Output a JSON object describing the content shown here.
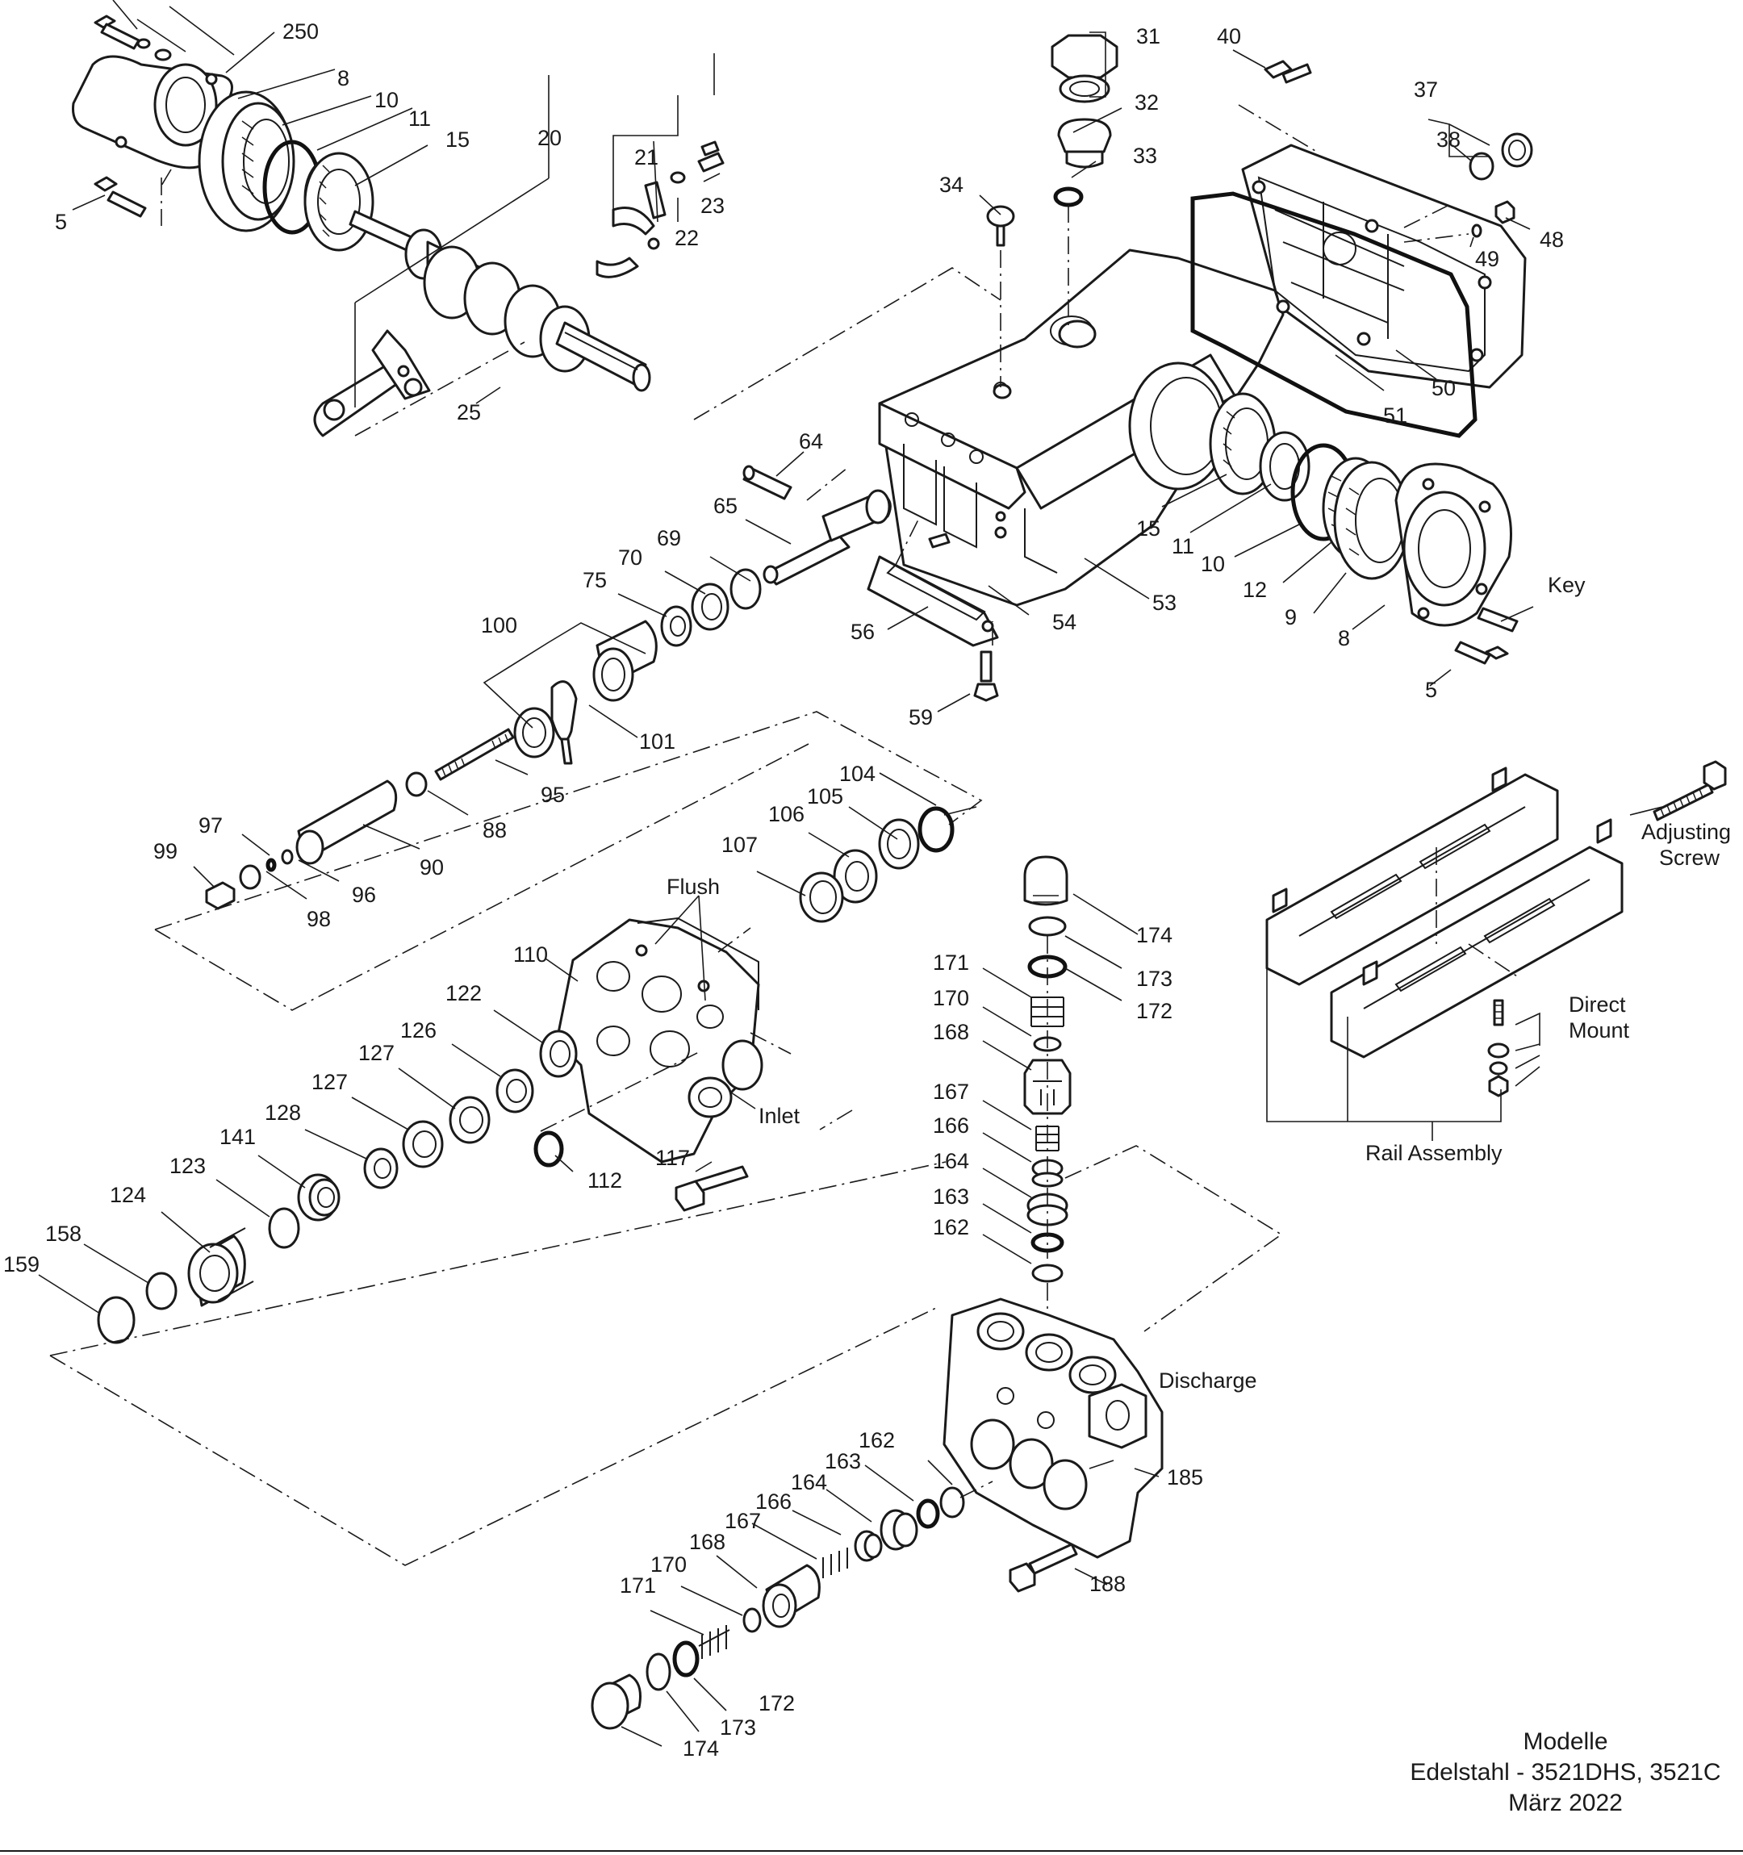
{
  "labels": {
    "l250": "250",
    "l8a": "8",
    "l10a": "10",
    "l11a": "11",
    "l15a": "15",
    "l20": "20",
    "l21": "21",
    "l23": "23",
    "l22": "22",
    "l5a": "5",
    "l25": "25",
    "l31": "31",
    "l32": "32",
    "l33": "33",
    "l34": "34",
    "l40": "40",
    "l37": "37",
    "l38": "38",
    "l48": "48",
    "l49": "49",
    "l50": "50",
    "l51": "51",
    "l64": "64",
    "l65": "65",
    "l69": "69",
    "l70": "70",
    "l75": "75",
    "l15b": "15",
    "l11b": "11",
    "l10b": "10",
    "l12": "12",
    "l9": "9",
    "l8b": "8",
    "lkey": "Key",
    "l5b": "5",
    "l53": "53",
    "l54": "54",
    "l56": "56",
    "l59": "59",
    "l100": "100",
    "l101": "101",
    "l95": "95",
    "l88": "88",
    "l90": "90",
    "l97": "97",
    "l99": "99",
    "l96": "96",
    "l98": "98",
    "l104": "104",
    "l105": "105",
    "l106": "106",
    "l107": "107",
    "lflush": "Flush",
    "l110": "110",
    "l122": "122",
    "l126": "126",
    "l127a": "127",
    "l127b": "127",
    "l128": "128",
    "l141": "141",
    "l123": "123",
    "l124": "124",
    "l158": "158",
    "l159": "159",
    "linlet": "Inlet",
    "l112": "112",
    "l117": "117",
    "l174a": "174",
    "l173a": "173",
    "l172a": "172",
    "l171a": "171",
    "l170a": "170",
    "l168a": "168",
    "l167a": "167",
    "l166a": "166",
    "l164a": "164",
    "l163a": "163",
    "l162a": "162",
    "ladj1": "Adjusting",
    "ladj2": "Screw",
    "ldm1": "Direct",
    "ldm2": "Mount",
    "lrail": "Rail Assembly",
    "ldischarge": "Discharge",
    "l185": "185",
    "l188": "188",
    "l162b": "162",
    "l163b": "163",
    "l164b": "164",
    "l166b": "166",
    "l167b": "167",
    "l168b": "168",
    "l170b": "170",
    "l171b": "171",
    "l172b": "172",
    "l173b": "173",
    "l174b": "174"
  },
  "caption": {
    "line1": "Modelle",
    "line2": "Edelstahl - 3521DHS, 3521C",
    "line3": "März 2022"
  }
}
